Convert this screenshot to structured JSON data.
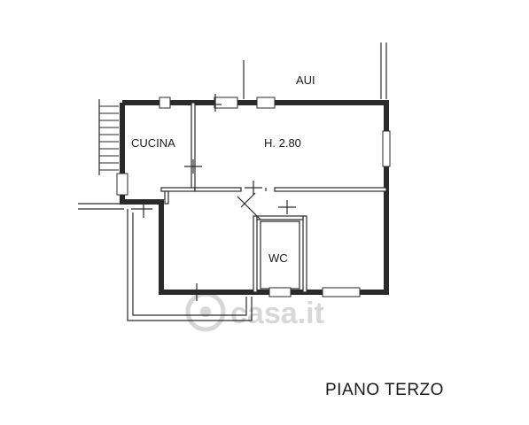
{
  "rooms": {
    "aui": "AUI",
    "cucina": "CUCINA",
    "living_height": "H. 2.80",
    "wc": "WC"
  },
  "floor_title": "PIANO TERZO",
  "watermark": {
    "text": "casa.it"
  },
  "colors": {
    "wall": "#2a2a2a",
    "watermark": "#d7d7d7",
    "background": "#ffffff"
  }
}
